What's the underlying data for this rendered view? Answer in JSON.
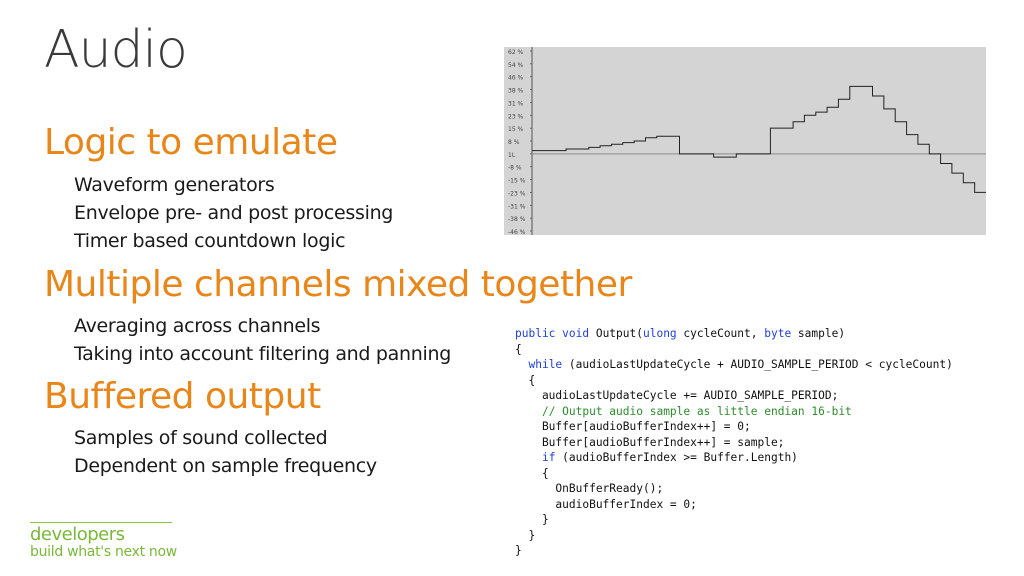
{
  "slide": {
    "title": "Audio",
    "sections": [
      {
        "heading": "Logic to emulate",
        "bullets": [
          "Waveform generators",
          "Envelope pre- and post processing",
          "Timer based countdown logic"
        ]
      },
      {
        "heading": "Multiple channels mixed together",
        "bullets": [
          "Averaging across channels",
          "Taking into account filtering and panning"
        ]
      },
      {
        "heading": "Buffered output",
        "bullets": [
          "Samples of sound collected",
          "Dependent on sample frequency"
        ]
      }
    ]
  },
  "waveform": {
    "y_labels": [
      "62 %",
      "54 %",
      "46 %",
      "38 %",
      "31 %",
      "23 %",
      "15 %",
      "8 %",
      "1L",
      "-8 %",
      "-15 %",
      "-23 %",
      "-31 %",
      "-38 %",
      "-46 %"
    ],
    "steps": [
      2,
      2,
      2,
      3,
      3,
      4,
      5,
      6,
      7,
      8,
      10,
      11,
      11,
      0,
      0,
      0,
      -2,
      -2,
      0,
      0,
      0,
      16,
      16,
      20,
      24,
      26,
      29,
      34,
      42,
      42,
      36,
      28,
      20,
      12,
      6,
      0,
      -6,
      -12,
      -18,
      -24
    ],
    "background": "#d4d4d4"
  },
  "code": {
    "lines": [
      [
        {
          "t": "public void ",
          "k": "kw"
        },
        {
          "t": "Output("
        },
        {
          "t": "ulong",
          "k": "kw"
        },
        {
          "t": " cycleCount, "
        },
        {
          "t": "byte",
          "k": "kw"
        },
        {
          "t": " sample)"
        }
      ],
      [
        {
          "t": "{"
        }
      ],
      [
        {
          "t": "  "
        },
        {
          "t": "while",
          "k": "kw"
        },
        {
          "t": " (audioLastUpdateCycle + AUDIO_SAMPLE_PERIOD < cycleCount)"
        }
      ],
      [
        {
          "t": "  {"
        }
      ],
      [
        {
          "t": "    audioLastUpdateCycle += AUDIO_SAMPLE_PERIOD;"
        }
      ],
      [
        {
          "t": "    "
        },
        {
          "t": "// Output audio sample as little endian 16-bit",
          "k": "cm"
        }
      ],
      [
        {
          "t": "    Buffer[audioBufferIndex++] = 0;"
        }
      ],
      [
        {
          "t": "    Buffer[audioBufferIndex++] = sample;"
        }
      ],
      [
        {
          "t": "    "
        },
        {
          "t": "if",
          "k": "kw"
        },
        {
          "t": " (audioBufferIndex >= Buffer.Length)"
        }
      ],
      [
        {
          "t": "    {"
        }
      ],
      [
        {
          "t": "      OnBufferReady();"
        }
      ],
      [
        {
          "t": "      audioBufferIndex = 0;"
        }
      ],
      [
        {
          "t": "    }"
        }
      ],
      [
        {
          "t": "  }"
        }
      ],
      [
        {
          "t": "}"
        }
      ]
    ]
  },
  "branding": {
    "line1": "developers",
    "line2": "build what's next now",
    "color": "#7ab83a"
  }
}
